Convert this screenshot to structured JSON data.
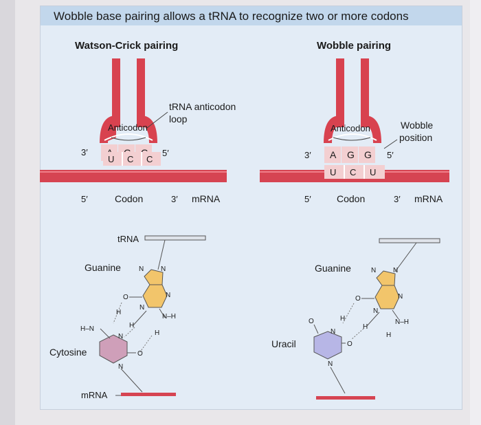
{
  "title": "Wobble base pairing allows a tRNA to recognize two or more codons",
  "left": {
    "heading": "Watson-Crick pairing",
    "anticodon_label": "Anticodon",
    "anticodon_bases": [
      "A",
      "G",
      "G"
    ],
    "codon_bases": [
      "U",
      "C",
      "C"
    ],
    "loop_label_1": "tRNA anticodon",
    "loop_label_2": "loop",
    "end_3prime_top": "3′",
    "end_5prime_top": "5′",
    "end_5prime_bottom": "5′",
    "codon_label": "Codon",
    "end_3prime_bottom": "3′",
    "mrna_label": "mRNA",
    "trna_label": "tRNA",
    "guanine_label": "Guanine",
    "cytosine_label": "Cytosine",
    "mrna_bottom_label": "mRNA"
  },
  "right": {
    "heading": "Wobble pairing",
    "anticodon_label": "Anticodon",
    "anticodon_bases": [
      "A",
      "G",
      "G"
    ],
    "codon_bases": [
      "U",
      "C",
      "U"
    ],
    "wobble_label_1": "Wobble",
    "wobble_label_2": "position",
    "end_3prime_top": "3′",
    "end_5prime_top": "5′",
    "end_5prime_bottom": "5′",
    "codon_label": "Codon",
    "end_3prime_bottom": "3′",
    "mrna_label": "mRNA",
    "guanine_label": "Guanine",
    "uracil_label": "Uracil"
  },
  "atoms": {
    "n": "N",
    "o": "O",
    "h": "H",
    "nh": "N–H",
    "hn": "H–N"
  },
  "colors": {
    "trna_red": "#d8424f",
    "base_pink": "#f3cfd1",
    "mrna_red": "#d64452",
    "guanine": "#f2c56b",
    "cytosine": "#cf9fb9",
    "uracil": "#b7b6e6",
    "panel": "#e3ecf6",
    "title_bar": "#c2d7ec"
  }
}
